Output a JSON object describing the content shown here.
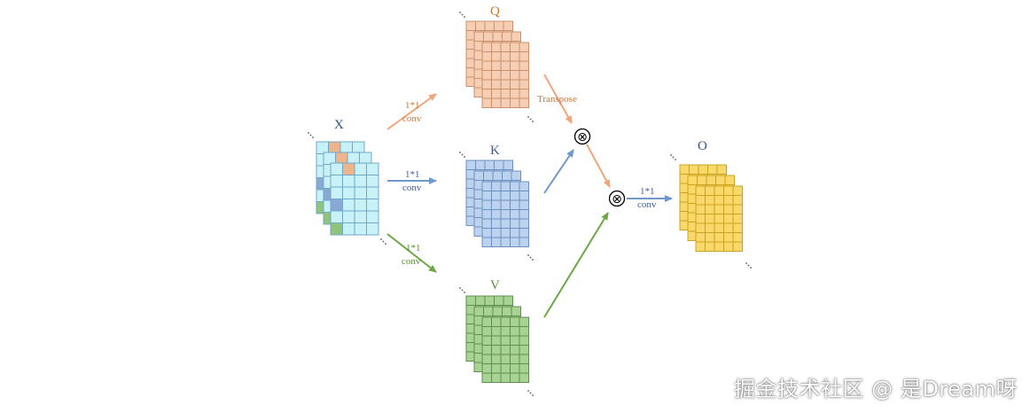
{
  "tensors": {
    "x": {
      "label": "X"
    },
    "q": {
      "label": "Q"
    },
    "k": {
      "label": "K"
    },
    "v": {
      "label": "V"
    },
    "o": {
      "label": "O"
    }
  },
  "ops": {
    "conv_q": {
      "line1": "1*1",
      "line2": "conv"
    },
    "conv_k": {
      "line1": "1*1",
      "line2": "conv"
    },
    "conv_v": {
      "line1": "1*1",
      "line2": "conv"
    },
    "conv_o": {
      "line1": "1*1",
      "line2": "conv"
    },
    "transpose": "Transpose",
    "multiply_symbol": "⊗"
  },
  "colors": {
    "x_fill": "#c9f1f8",
    "x_stroke": "#6fa8c8",
    "x_highlight_orange": "#f0b48c",
    "x_highlight_blue": "#8aa8d4",
    "x_highlight_green": "#8fc47a",
    "q_fill": "#f6ceb4",
    "q_stroke": "#c8906c",
    "k_fill": "#bcd3ef",
    "k_stroke": "#6f8fbf",
    "v_fill": "#a8d394",
    "v_stroke": "#5f8f50",
    "o_fill": "#fbd86a",
    "o_stroke": "#c9a420",
    "arrow_orange": "#f2a57a",
    "arrow_blue": "#6f99cc",
    "arrow_green": "#6aa846",
    "label_orange": "#c8752f",
    "label_blue": "#3a5f9c",
    "label_green": "#5a8f2e",
    "label_dark": "#2f4f7f"
  },
  "watermark": "掘金技术社区 @ 是Dream呀"
}
